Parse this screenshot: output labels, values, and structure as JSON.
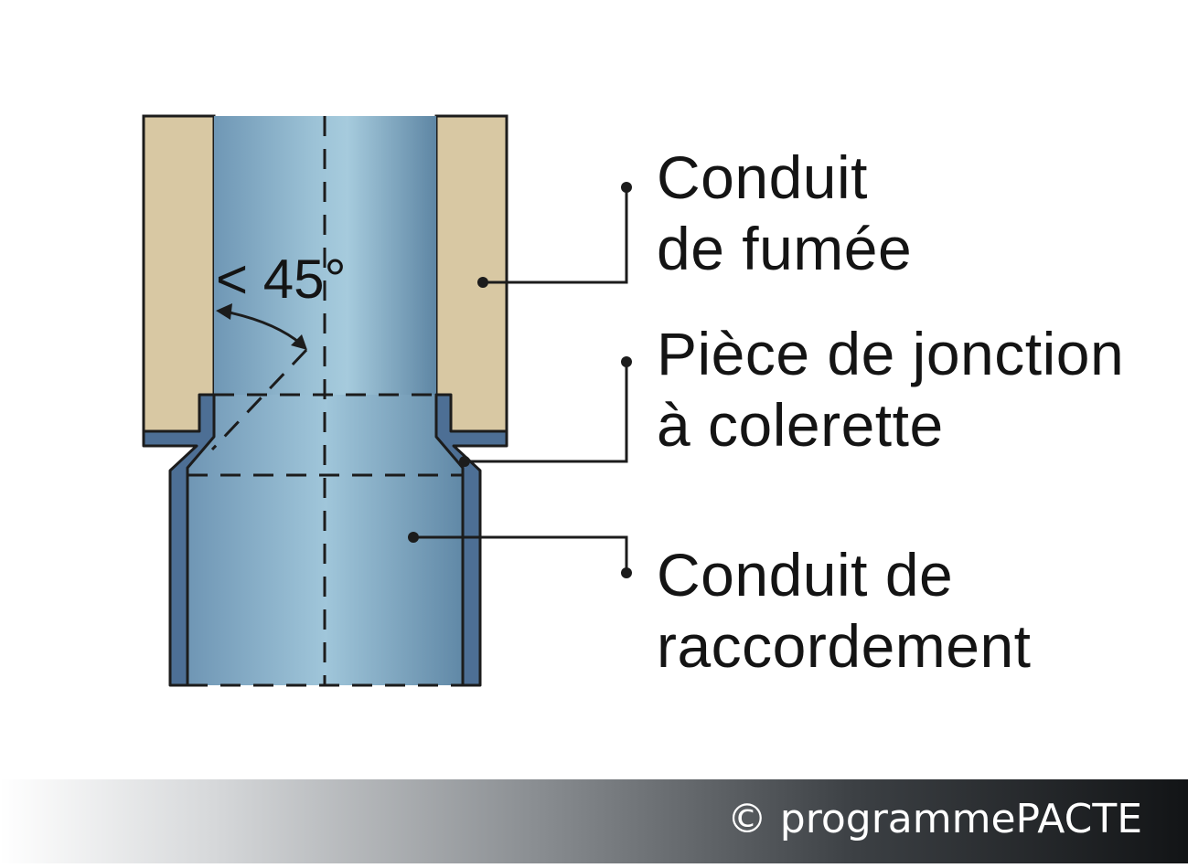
{
  "diagram": {
    "angle_label": "< 45°",
    "labels": [
      {
        "id": "conduit-fumee",
        "lines": [
          "Conduit",
          "de fumée"
        ]
      },
      {
        "id": "piece-jonction",
        "lines": [
          "Pièce de jonction",
          "à colerette"
        ]
      },
      {
        "id": "conduit-raccordement",
        "lines": [
          "Conduit de",
          "raccordement"
        ]
      }
    ],
    "colors": {
      "masonry": "#d8c8a3",
      "pipe_edge": "#4d6f95",
      "pipe_light": "#a0c6da",
      "pipe_dark": "#5f87a6",
      "outline": "#1c1c1c"
    }
  },
  "footer": {
    "copyright": "© programmePACTE"
  }
}
